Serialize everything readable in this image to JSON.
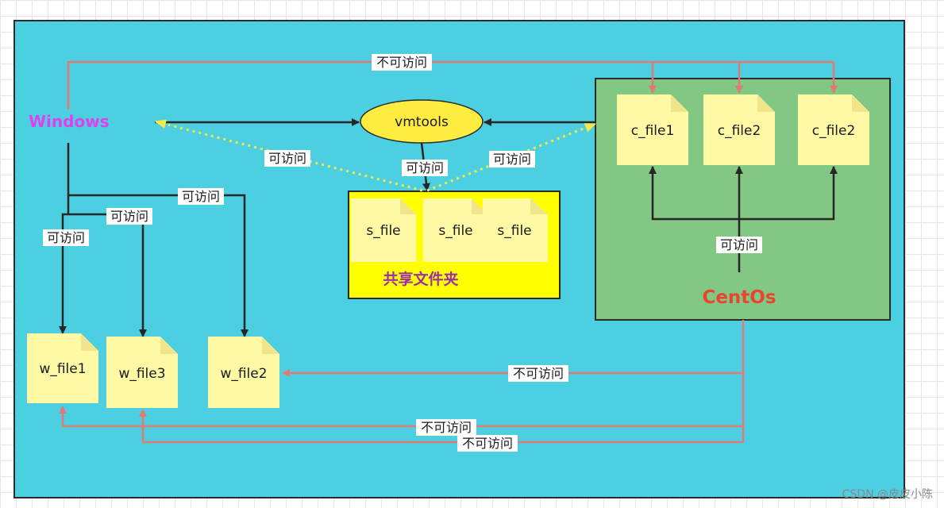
{
  "colors": {
    "background": "#4ccfe0",
    "centos_box": "#82c784",
    "share_box": "#ffff00",
    "file_note": "#fff9a6",
    "file_fold": "#f0e58a",
    "ellipse": "#ffec40",
    "arrow_dark": "#262626",
    "arrow_red": "#df7a76",
    "arrow_yellow": "#f3e94a",
    "windows_label": "#e040ee",
    "centos_label": "#e8452e",
    "share_label": "#9b30aa"
  },
  "nodes": {
    "windows": "Windows",
    "vmtools": "vmtools",
    "centos": "CentOs",
    "share_folder": "共享文件夹"
  },
  "files": {
    "windows": [
      "w_file1",
      "w_file3",
      "w_file2"
    ],
    "share": [
      "s_file",
      "s_file",
      "s_file"
    ],
    "centos": [
      "c_file1",
      "c_file2",
      "c_file2"
    ]
  },
  "labels": {
    "accessible": "可访问",
    "inaccessible": "不可访问"
  },
  "watermark": "CSDN @皮皮小陈"
}
